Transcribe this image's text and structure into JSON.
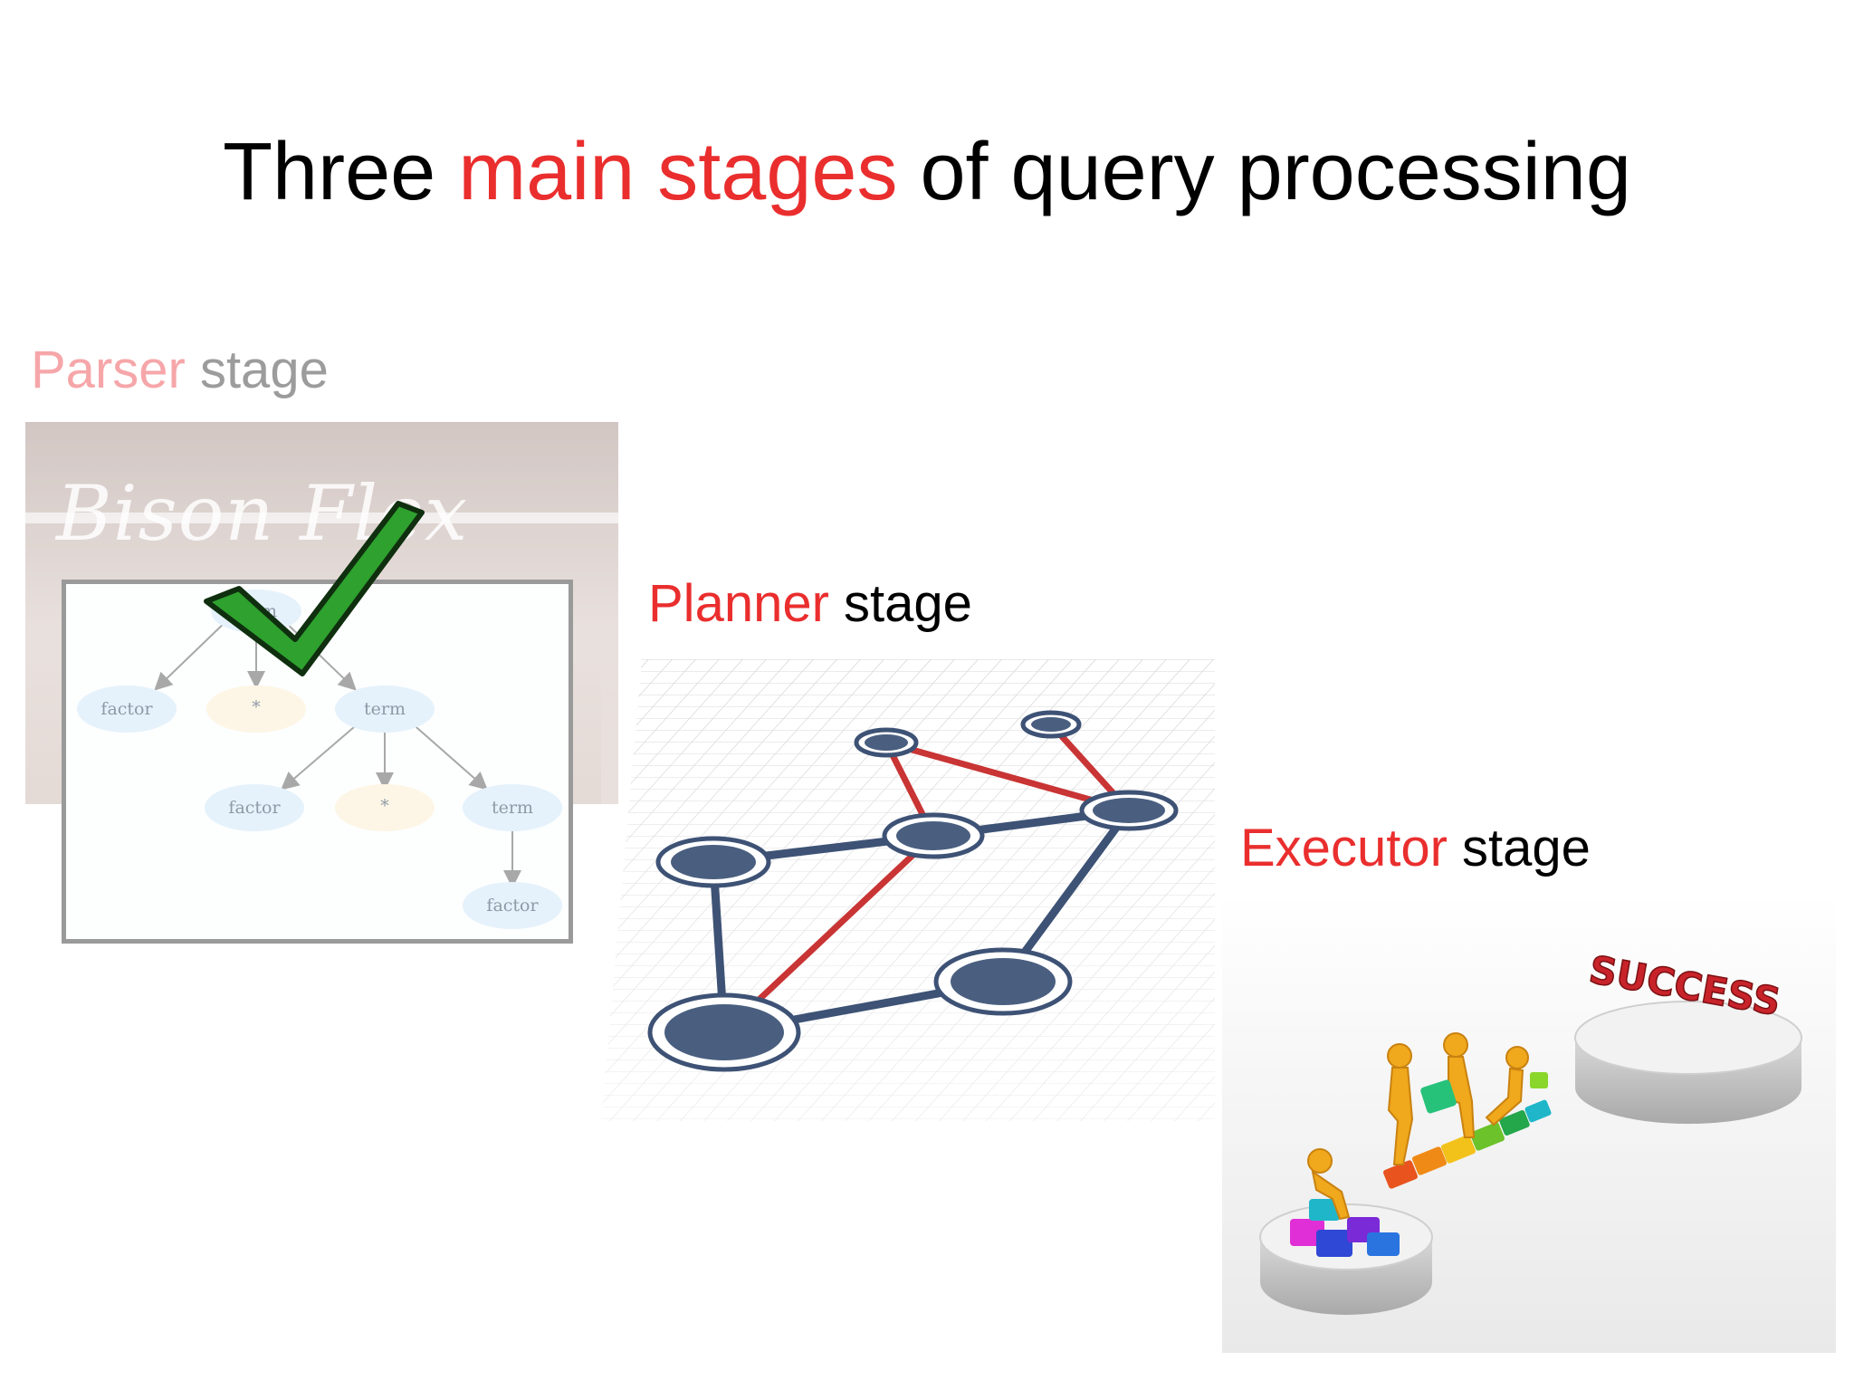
{
  "slide": {
    "title_pre": "Three ",
    "title_highlight": "main stages",
    "title_post": " of query processing"
  },
  "parser": {
    "name": "Parser",
    "word": " stage",
    "logo_text": "Bison Flex",
    "tree": {
      "root": "term",
      "level1": [
        "factor",
        "*",
        "term"
      ],
      "level2": [
        "factor",
        "*",
        "term"
      ],
      "level3": [
        "factor"
      ]
    }
  },
  "planner": {
    "name": "Planner",
    "word": " stage"
  },
  "executor": {
    "name": "Executor",
    "word": " stage",
    "sign_text": "SUCCESS"
  },
  "colors": {
    "highlight": "#ea2e2e",
    "muted_highlight": "#f6a6a9",
    "node_fill": "#4a5f80",
    "red_edge": "#c93434",
    "check_green": "#2ea12e"
  }
}
